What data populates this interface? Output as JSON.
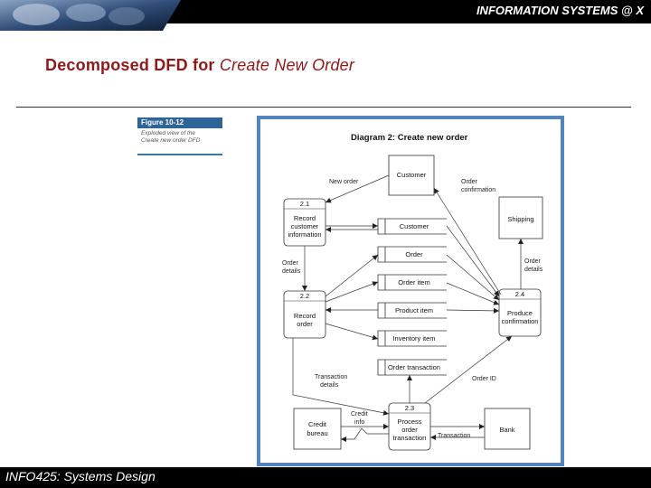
{
  "header": {
    "text": "INFORMATION SYSTEMS @ X"
  },
  "slide": {
    "title_plain": "Decomposed DFD for ",
    "title_emphasis": "Create New Order"
  },
  "caption": {
    "figure": "Figure 10-12",
    "line1": "Exploded view of the",
    "line2": "Create new order DFD"
  },
  "diagram": {
    "title": "Diagram 2: Create new order",
    "externals": {
      "customer": "Customer",
      "shipping": "Shipping",
      "credit": [
        "Credit",
        "bureau"
      ],
      "bank": "Bank"
    },
    "processes": {
      "p21": {
        "id": "2.1",
        "lines": [
          "Record",
          "customer",
          "information"
        ]
      },
      "p22": {
        "id": "2.2",
        "lines": [
          "Record",
          "order"
        ]
      },
      "p23": {
        "id": "2.3",
        "lines": [
          "Process",
          "order",
          "transaction"
        ]
      },
      "p24": {
        "id": "2.4",
        "lines": [
          "Produce",
          "confirmation"
        ]
      }
    },
    "stores": [
      "Customer",
      "Order",
      "Order item",
      "Product item",
      "Inventory item",
      "Order transaction"
    ],
    "flows": {
      "new_order": "New order",
      "order_confirmation": [
        "Order",
        "confirmation"
      ],
      "order_details_left": [
        "Order",
        "details"
      ],
      "order_details_right": [
        "Order",
        "details"
      ],
      "transaction_details": [
        "Transaction",
        "details"
      ],
      "order_id": "Order ID",
      "credit_info": [
        "Credit",
        "info"
      ],
      "transaction": "Transaction"
    }
  },
  "footer": {
    "text": "INFO425: Systems Design"
  }
}
